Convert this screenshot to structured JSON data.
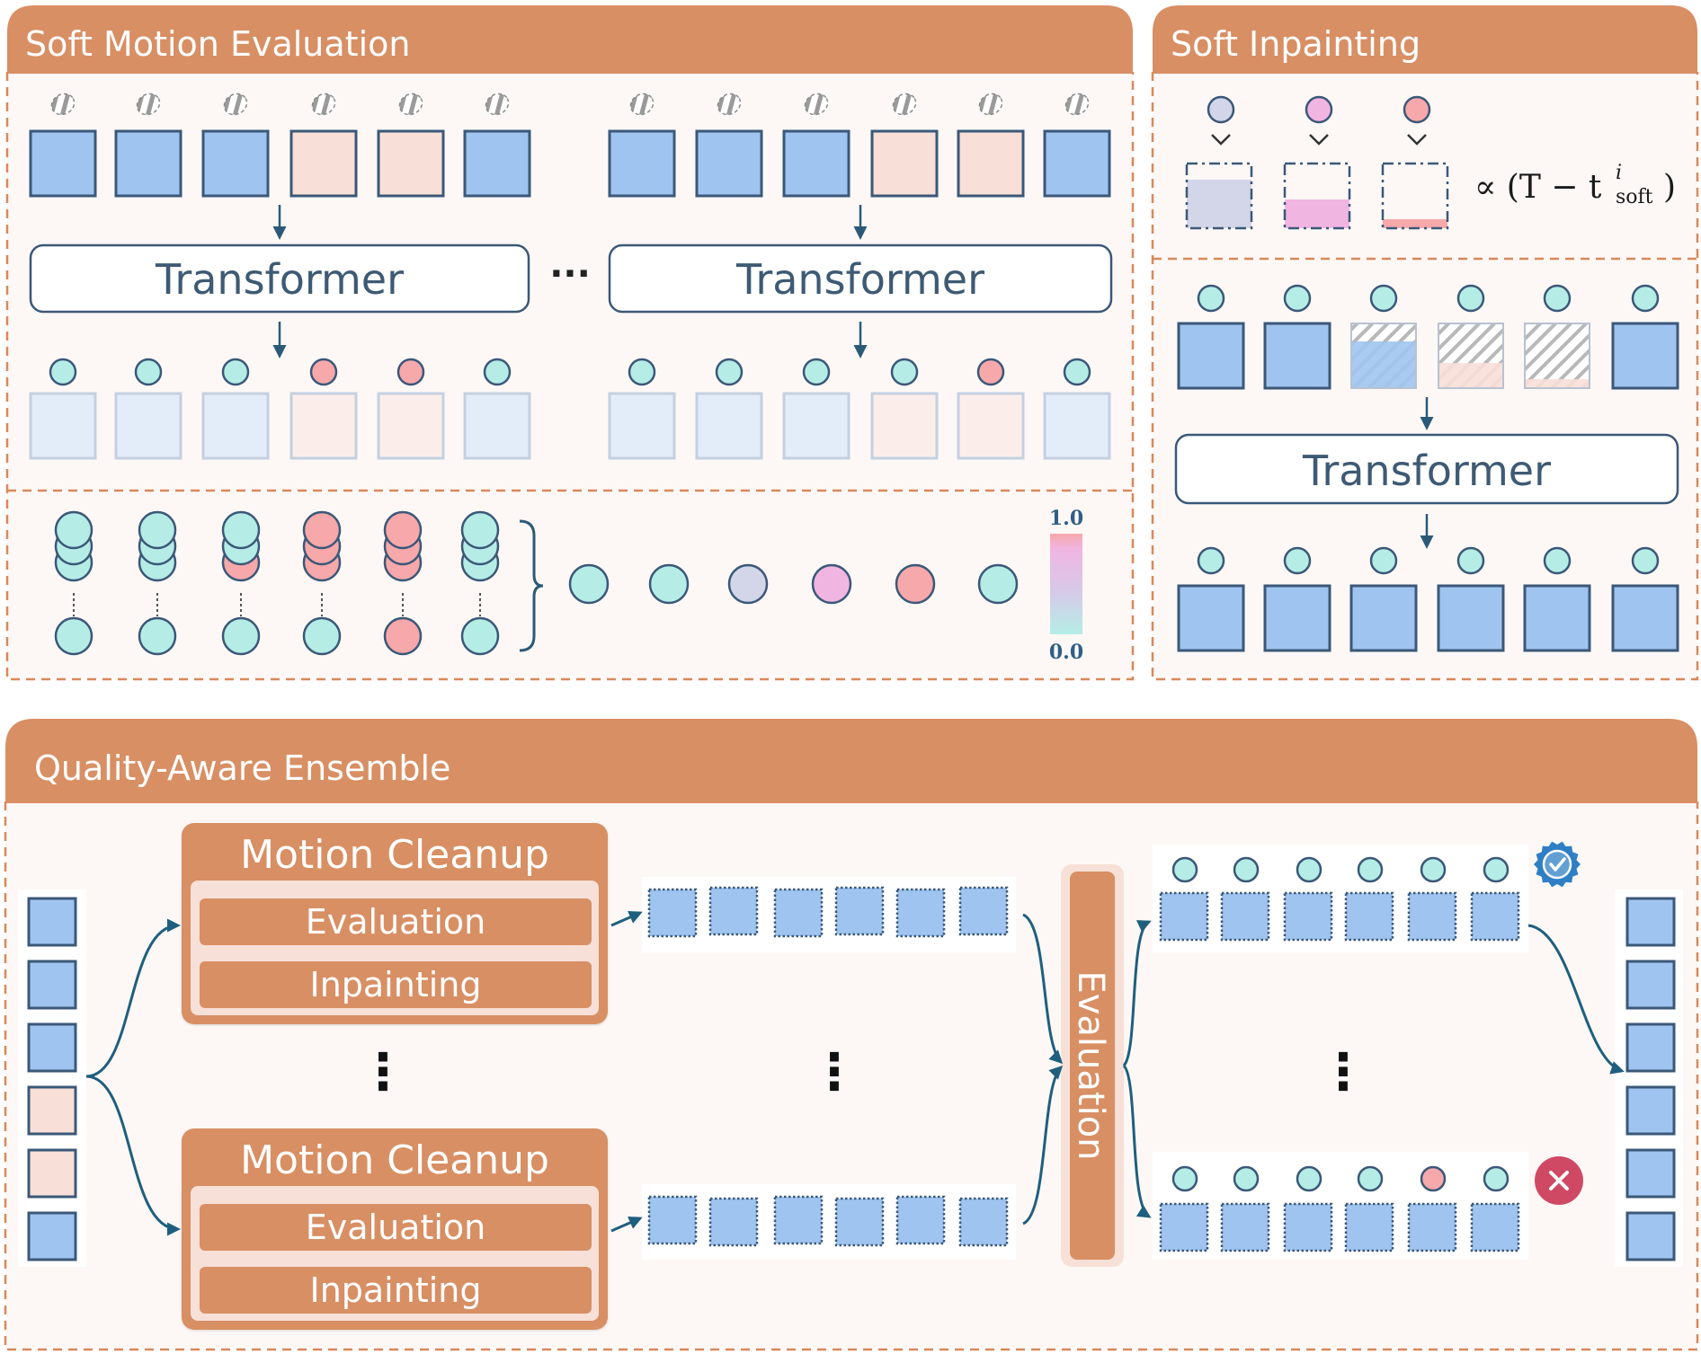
{
  "panels": {
    "soft_motion_evaluation": {
      "title": "Soft Motion Evaluation"
    },
    "soft_inpainting": {
      "title": "Soft Inpainting"
    },
    "quality_aware_ensemble": {
      "title": "Quality-Aware Ensemble"
    }
  },
  "transformer_label": "Transformer",
  "ellipsis_h": "···",
  "ellipsis_v": "⋮",
  "proportional_formula": "∝ (T − t",
  "formula_sup": "i",
  "formula_sub": "soft",
  "formula_close": ")",
  "colorbar": {
    "max_label": "1.0",
    "min_label": "0.0",
    "top_color": "#f7a8ab",
    "mid_color": "#d8c8e8",
    "bottom_color": "#b5ede6"
  },
  "motion_cleanup": {
    "title": "Motion Cleanup",
    "evaluation_label": "Evaluation",
    "inpainting_label": "Inpainting"
  },
  "evaluation_bar_label": "Evaluation",
  "status": {
    "accepted_icon": "verified-badge-icon",
    "rejected_icon": "cross-circle-icon"
  },
  "colors": {
    "header_orange": "#d88f64",
    "dashed_border": "#d9885a",
    "panel_bg": "#fdf8f6",
    "block_blue": "#a0c4f0",
    "block_blue_stroke": "#3b5878",
    "block_peach": "#f8dfd7",
    "token_cyan": "#b5ede6",
    "token_red": "#f7a8ab",
    "token_lavender": "#d3d5e8",
    "token_pink": "#f1b5e2",
    "arrow_dark": "#2b5a78",
    "arrow_teal": "#1e5f7e",
    "reject_red": "#cf4965",
    "accept_blue": "#2e7fc4"
  }
}
